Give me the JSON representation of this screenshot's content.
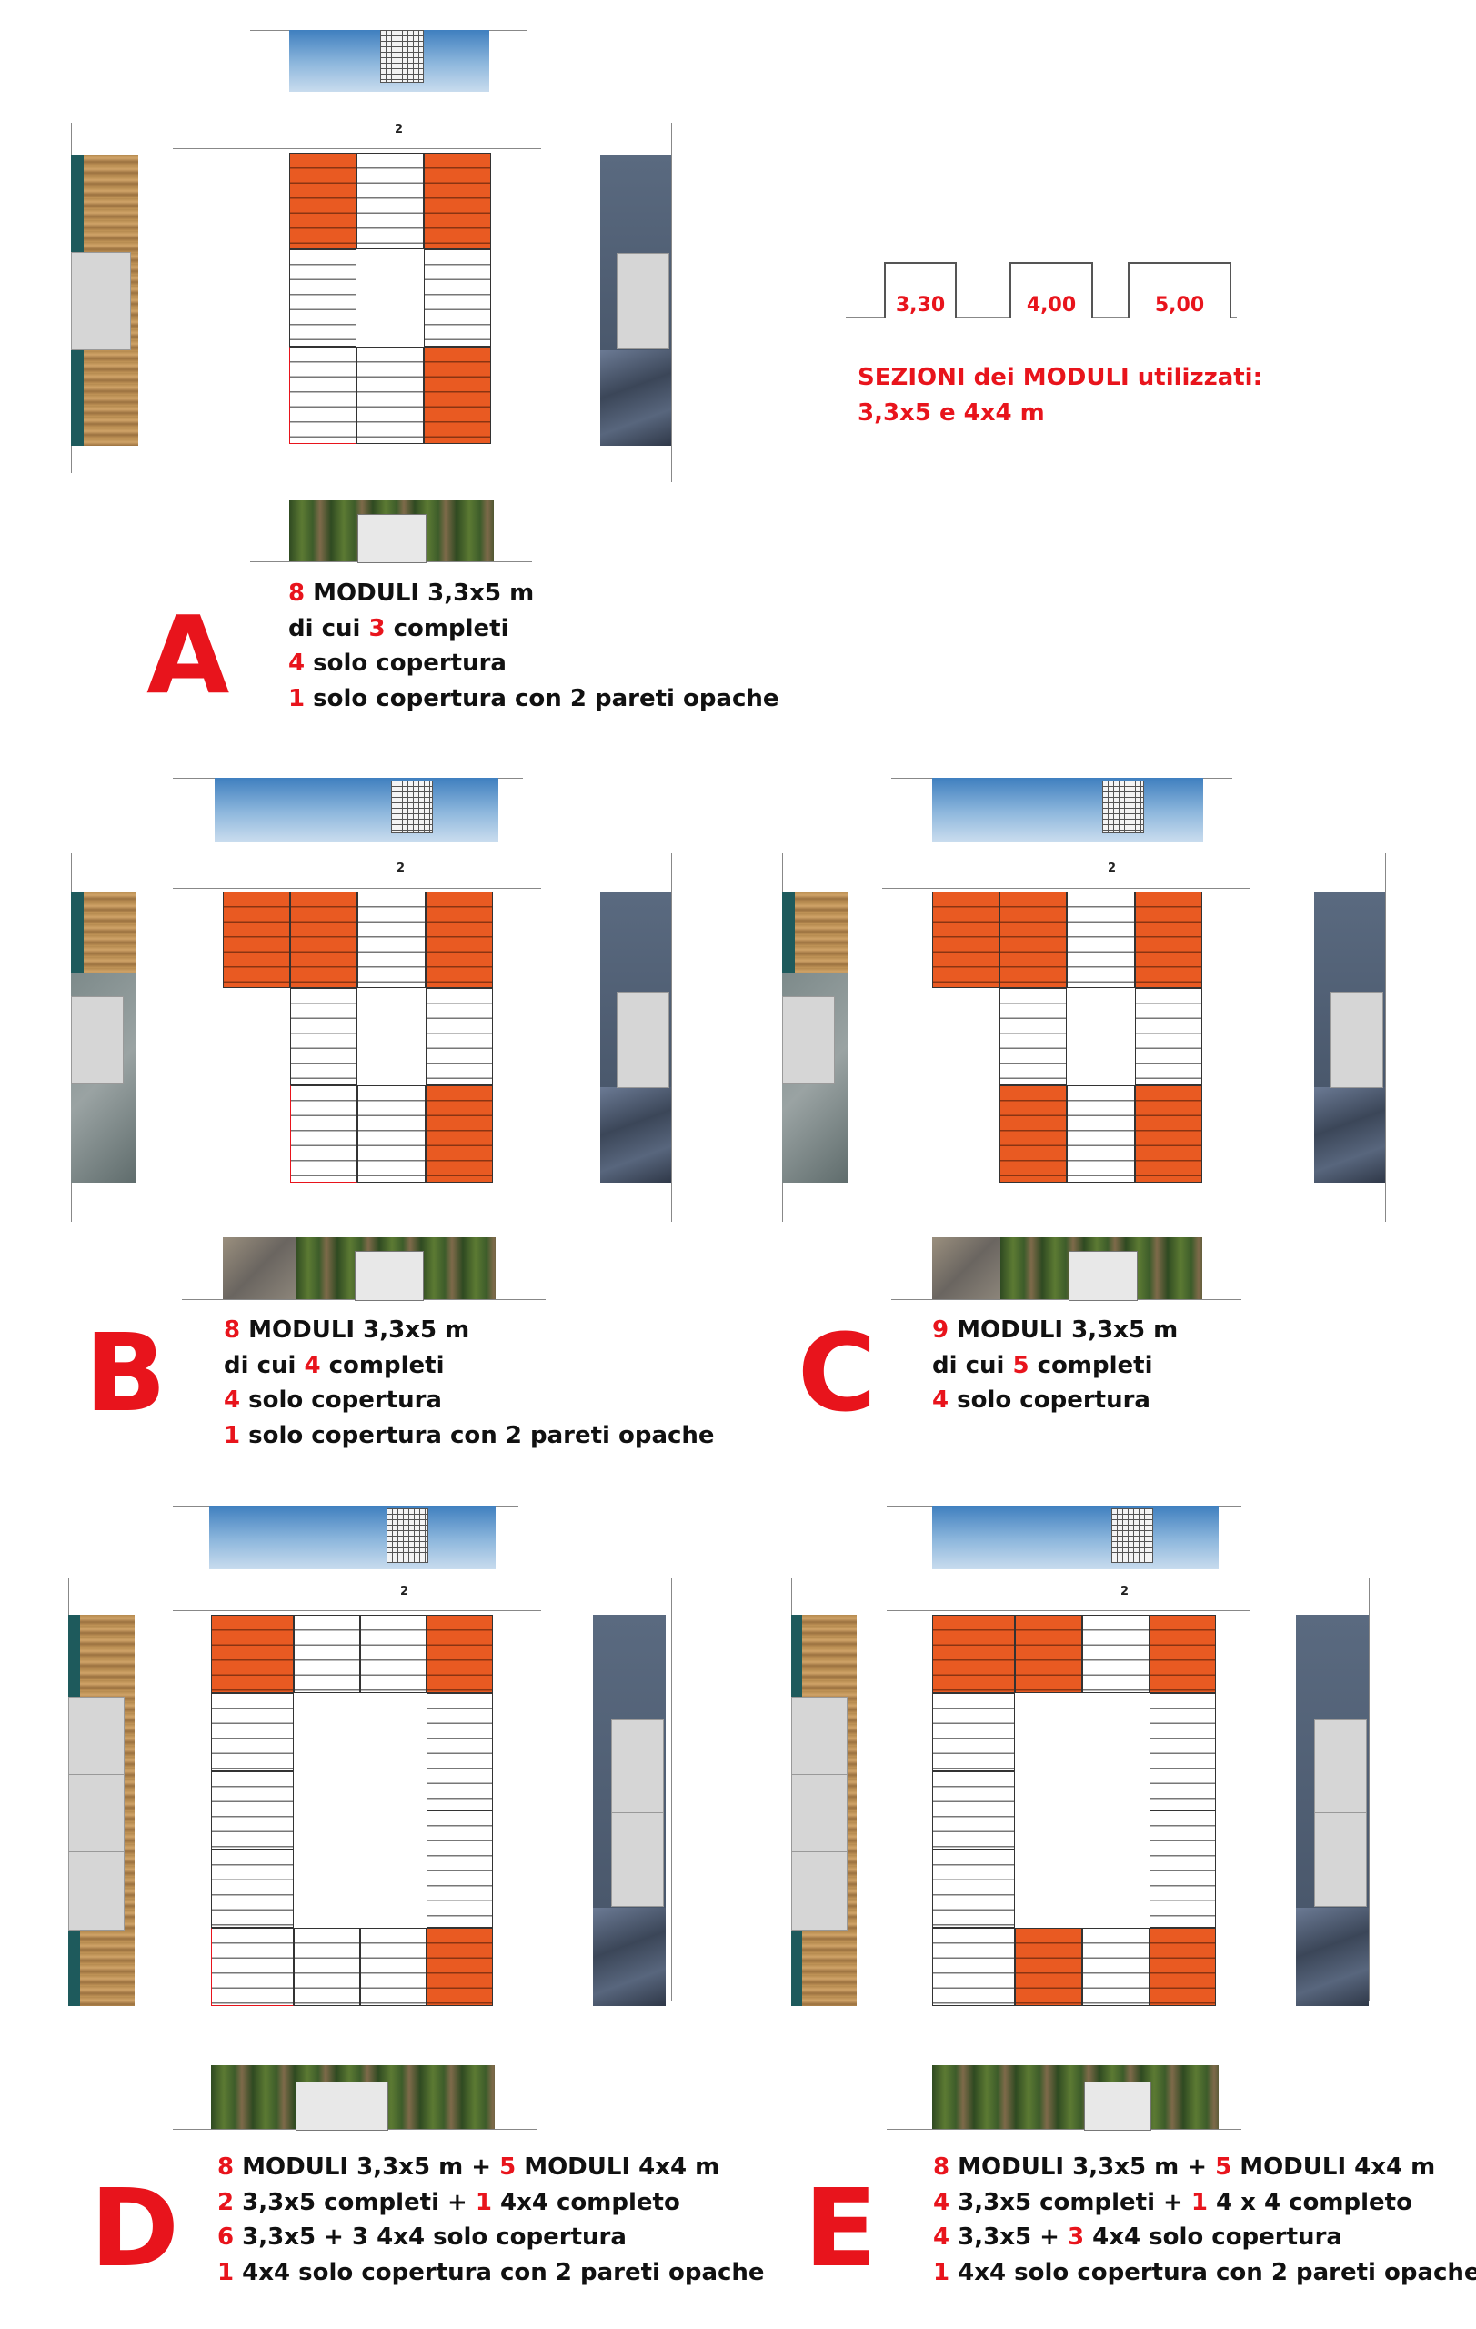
{
  "sections_legend": {
    "title_line1": "SEZIONI dei MODULI utilizzati:",
    "title_line2": "3,3x5 e 4x4 m",
    "boxes": [
      "3,30",
      "4,00",
      "5,00"
    ]
  },
  "dimension_label": "2",
  "colors": {
    "accent_red": "#e8141c",
    "opaque_module": "#e95a22",
    "roof_only_module": "#ffffff"
  },
  "configs": [
    {
      "id": "A",
      "letter": "A",
      "lines": [
        {
          "n": "8",
          "t": " MODULI 3,3x5 m"
        },
        {
          "pre": "di cui ",
          "n": "3",
          "t": " completi"
        },
        {
          "n": "4",
          "t": " solo copertura"
        },
        {
          "n": "1",
          "t": " solo copertura con 2 pareti opache"
        }
      ]
    },
    {
      "id": "B",
      "letter": "B",
      "lines": [
        {
          "n": "8",
          "t": " MODULI 3,3x5 m"
        },
        {
          "pre": "di cui ",
          "n": "4",
          "t": " completi"
        },
        {
          "n": "4",
          "t": " solo copertura"
        },
        {
          "n": "1",
          "t": " solo copertura con 2 pareti opache"
        }
      ]
    },
    {
      "id": "C",
      "letter": "C",
      "lines": [
        {
          "n": "9",
          "t": " MODULI 3,3x5 m"
        },
        {
          "pre": "di cui ",
          "n": "5",
          "t": " completi"
        },
        {
          "n": "4",
          "t": " solo copertura"
        }
      ]
    },
    {
      "id": "D",
      "letter": "D",
      "lines": [
        {
          "n": "8",
          "t": " MODULI 3,3x5 m + ",
          "n2": "5",
          "t2": " MODULI 4x4 m"
        },
        {
          "n": "2",
          "t": " 3,3x5 completi + ",
          "n2": "1",
          "t2": " 4x4 completo"
        },
        {
          "n": "6",
          "t": " 3,3x5 + 3 4x4 solo copertura"
        },
        {
          "n": "1",
          "t": " 4x4 solo copertura con 2 pareti opache"
        }
      ]
    },
    {
      "id": "E",
      "letter": "E",
      "lines": [
        {
          "n": "8",
          "t": " MODULI 3,3x5 m + ",
          "n2": "5",
          "t2": " MODULI 4x4 m"
        },
        {
          "n": "4",
          "t": " 3,3x5 completi + ",
          "n2": "1",
          "t2": " 4 x 4 completo"
        },
        {
          "n": "4",
          "t": " 3,3x5 + ",
          "n2": "3",
          "t2": " 4x4 solo copertura"
        },
        {
          "n": "1",
          "t": " 4x4 solo copertura con 2 pareti opache"
        }
      ]
    }
  ]
}
